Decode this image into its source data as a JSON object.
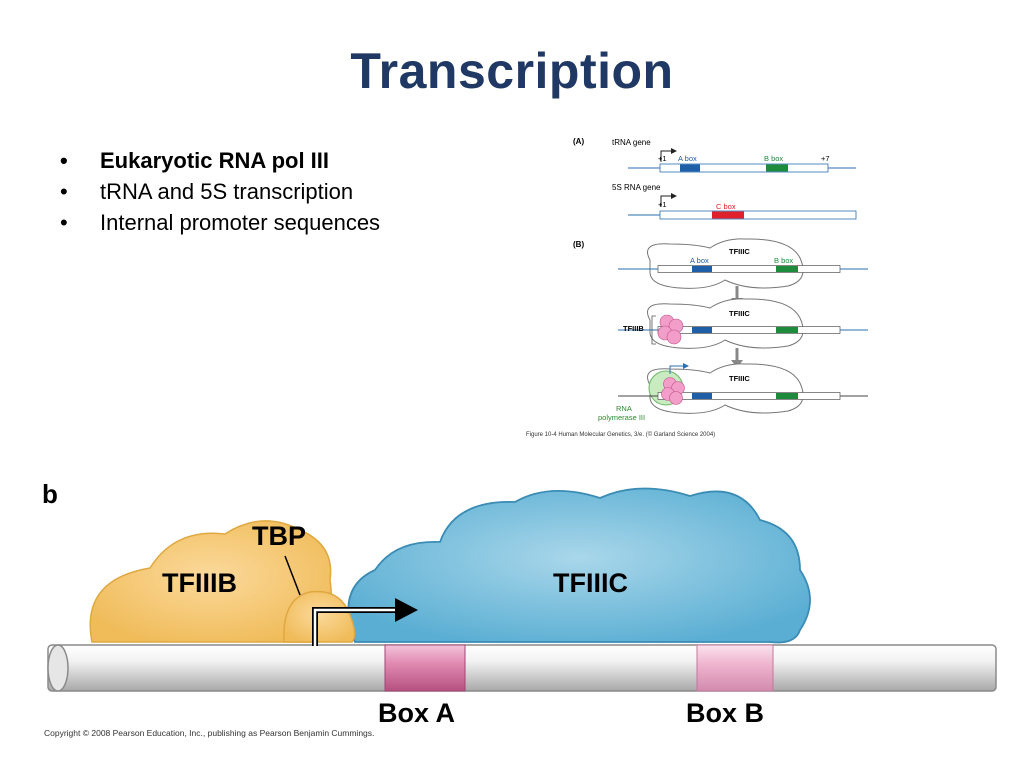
{
  "slide": {
    "title": "Transcription",
    "bullets": [
      {
        "text": "Eukaryotic RNA pol III",
        "bold": true
      },
      {
        "text": "tRNA and 5S transcription",
        "bold": false
      },
      {
        "text": "Internal promoter sequences",
        "bold": false
      }
    ],
    "bullet_char": "•"
  },
  "figure_a": {
    "panel_a_label": "(A)",
    "trna_gene_label": "tRNA gene",
    "plus1": "+1",
    "plus7": "+7",
    "a_box": "A box",
    "b_box": "B box",
    "five_s_label": "5S RNA gene",
    "c_box": "C box",
    "panel_b_label": "(B)",
    "tfiiic": "TFIIIC",
    "tfiiib": "TFIIIB",
    "rna_pol_line1": "RNA",
    "rna_pol_line2": "polymerase III",
    "caption": "Figure 10-4  Human Molecular Genetics, 3/e.  (© Garland Science 2004)",
    "colors": {
      "a_box": "#1f5fa8",
      "b_box": "#1e8a3c",
      "c_box": "#e0202a",
      "dna": "#2a6fb0",
      "tfiiib": "#f29ec8",
      "pol": "#b8e6b0"
    }
  },
  "figure_b": {
    "panel_label": "b",
    "tbp": "TBP",
    "tfiiib": "TFIIIB",
    "tfiiic": "TFIIIC",
    "box_a": "Box A",
    "box_b": "Box B",
    "copyright": "Copyright © 2008 Pearson Education, Inc., publishing as Pearson Benjamin Cummings.",
    "colors": {
      "tfiiib": "#f5c56e",
      "tfiiic": "#6bb8d8",
      "box": "#d97aa8",
      "dna": "#dcdcdc"
    }
  }
}
